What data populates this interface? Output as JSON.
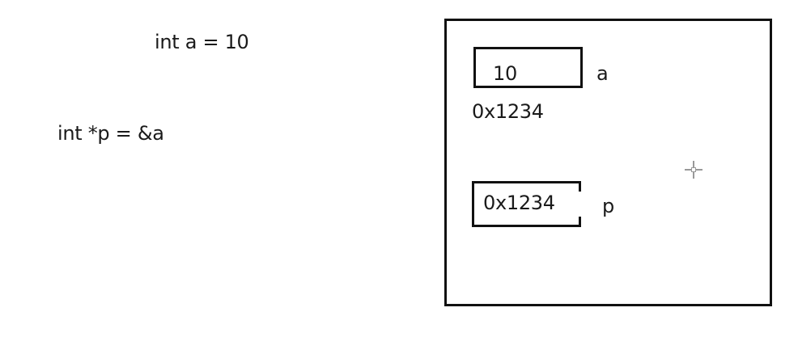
{
  "code": {
    "line1": "int a = 10",
    "line2": "int *p = &a"
  },
  "memory": {
    "var_a": {
      "value": "10",
      "name": "a",
      "address": "0x1234"
    },
    "var_p": {
      "value": "0x1234",
      "name": "p"
    }
  },
  "colors": {
    "stroke": "#111111",
    "text": "#1a1a1a",
    "background": "#ffffff"
  },
  "icons": {
    "cursor": "crosshair-cursor-icon"
  }
}
